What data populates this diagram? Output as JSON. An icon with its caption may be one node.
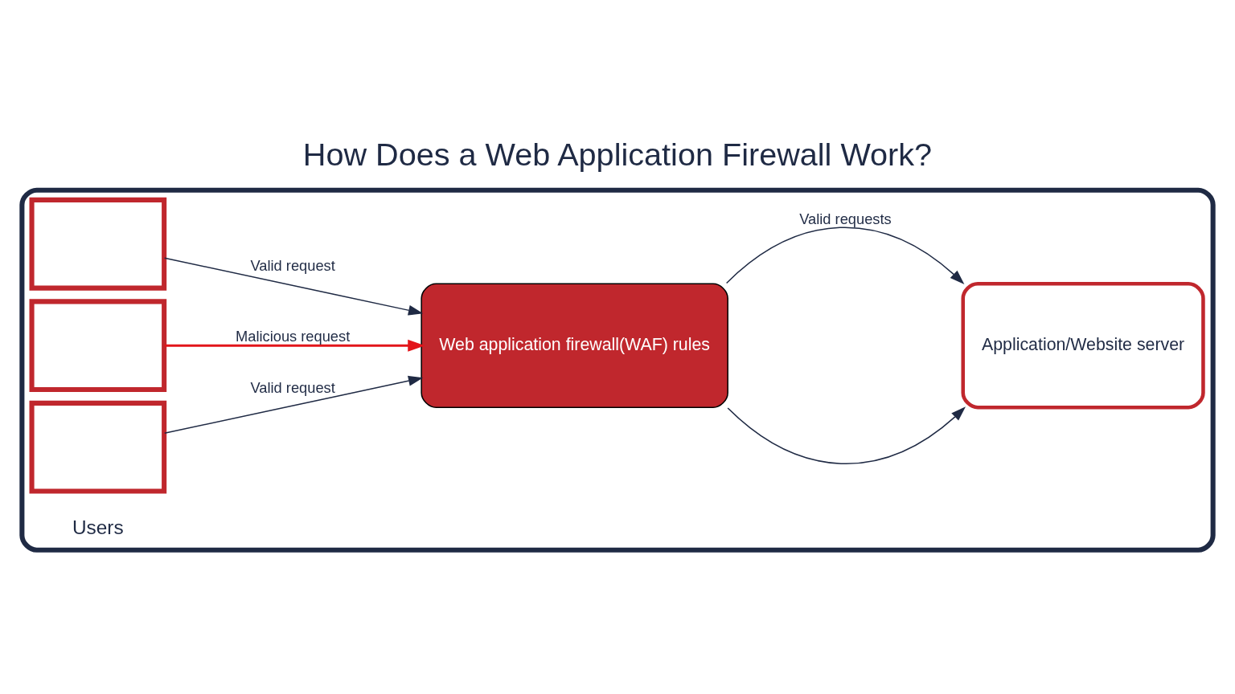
{
  "diagram": {
    "title": "How Does a Web Application Firewall Work?",
    "nodes": [
      {
        "text": [],
        "shape": "box"
      },
      {
        "text": [],
        "shape": "laptop",
        "in": 0
      },
      {
        "text": [],
        "shape": "laptop",
        "in": 0
      },
      {
        "text": [],
        "shape": "laptop",
        "in": 0,
        "beside": [
          "Users"
        ]
      },
      {
        "text": [
          "Web application firewall(WAF) rules"
        ],
        "in": 0
      },
      {
        "text": [
          "Application/Website server"
        ],
        "in": 0
      }
    ],
    "edges": [
      {
        "from": 1,
        "to": 4,
        "arrow": "to",
        "label": "Valid request"
      },
      {
        "from": 2,
        "to": 4,
        "arrow": "to",
        "label": "Malicious request",
        "color": "#e3151a"
      },
      {
        "from": 3,
        "to": 4,
        "arrow": "to",
        "label": "Valid request"
      },
      {
        "from": 4,
        "to": 5,
        "arrow": "to",
        "label": "Valid requests"
      },
      {
        "from": 4,
        "to": 5,
        "arrow": "to"
      }
    ]
  }
}
